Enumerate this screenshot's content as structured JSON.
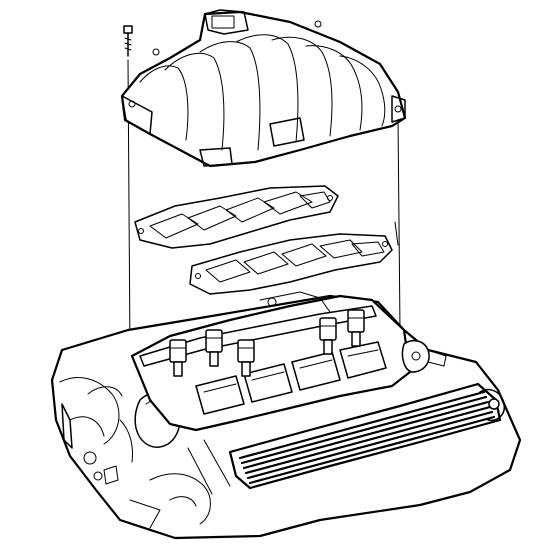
{
  "diagram": {
    "style": "exploded line drawing",
    "ink_color": "#000000",
    "background_color": "#ffffff",
    "parts": [
      "upper-intake-manifold",
      "mounting-bolt",
      "upper-manifold-gasket",
      "lower-manifold-gasket",
      "lower-intake-manifold",
      "fuel-injectors",
      "fuel-rail",
      "engine-block",
      "valve-cover"
    ],
    "alignment_guides": 3
  }
}
